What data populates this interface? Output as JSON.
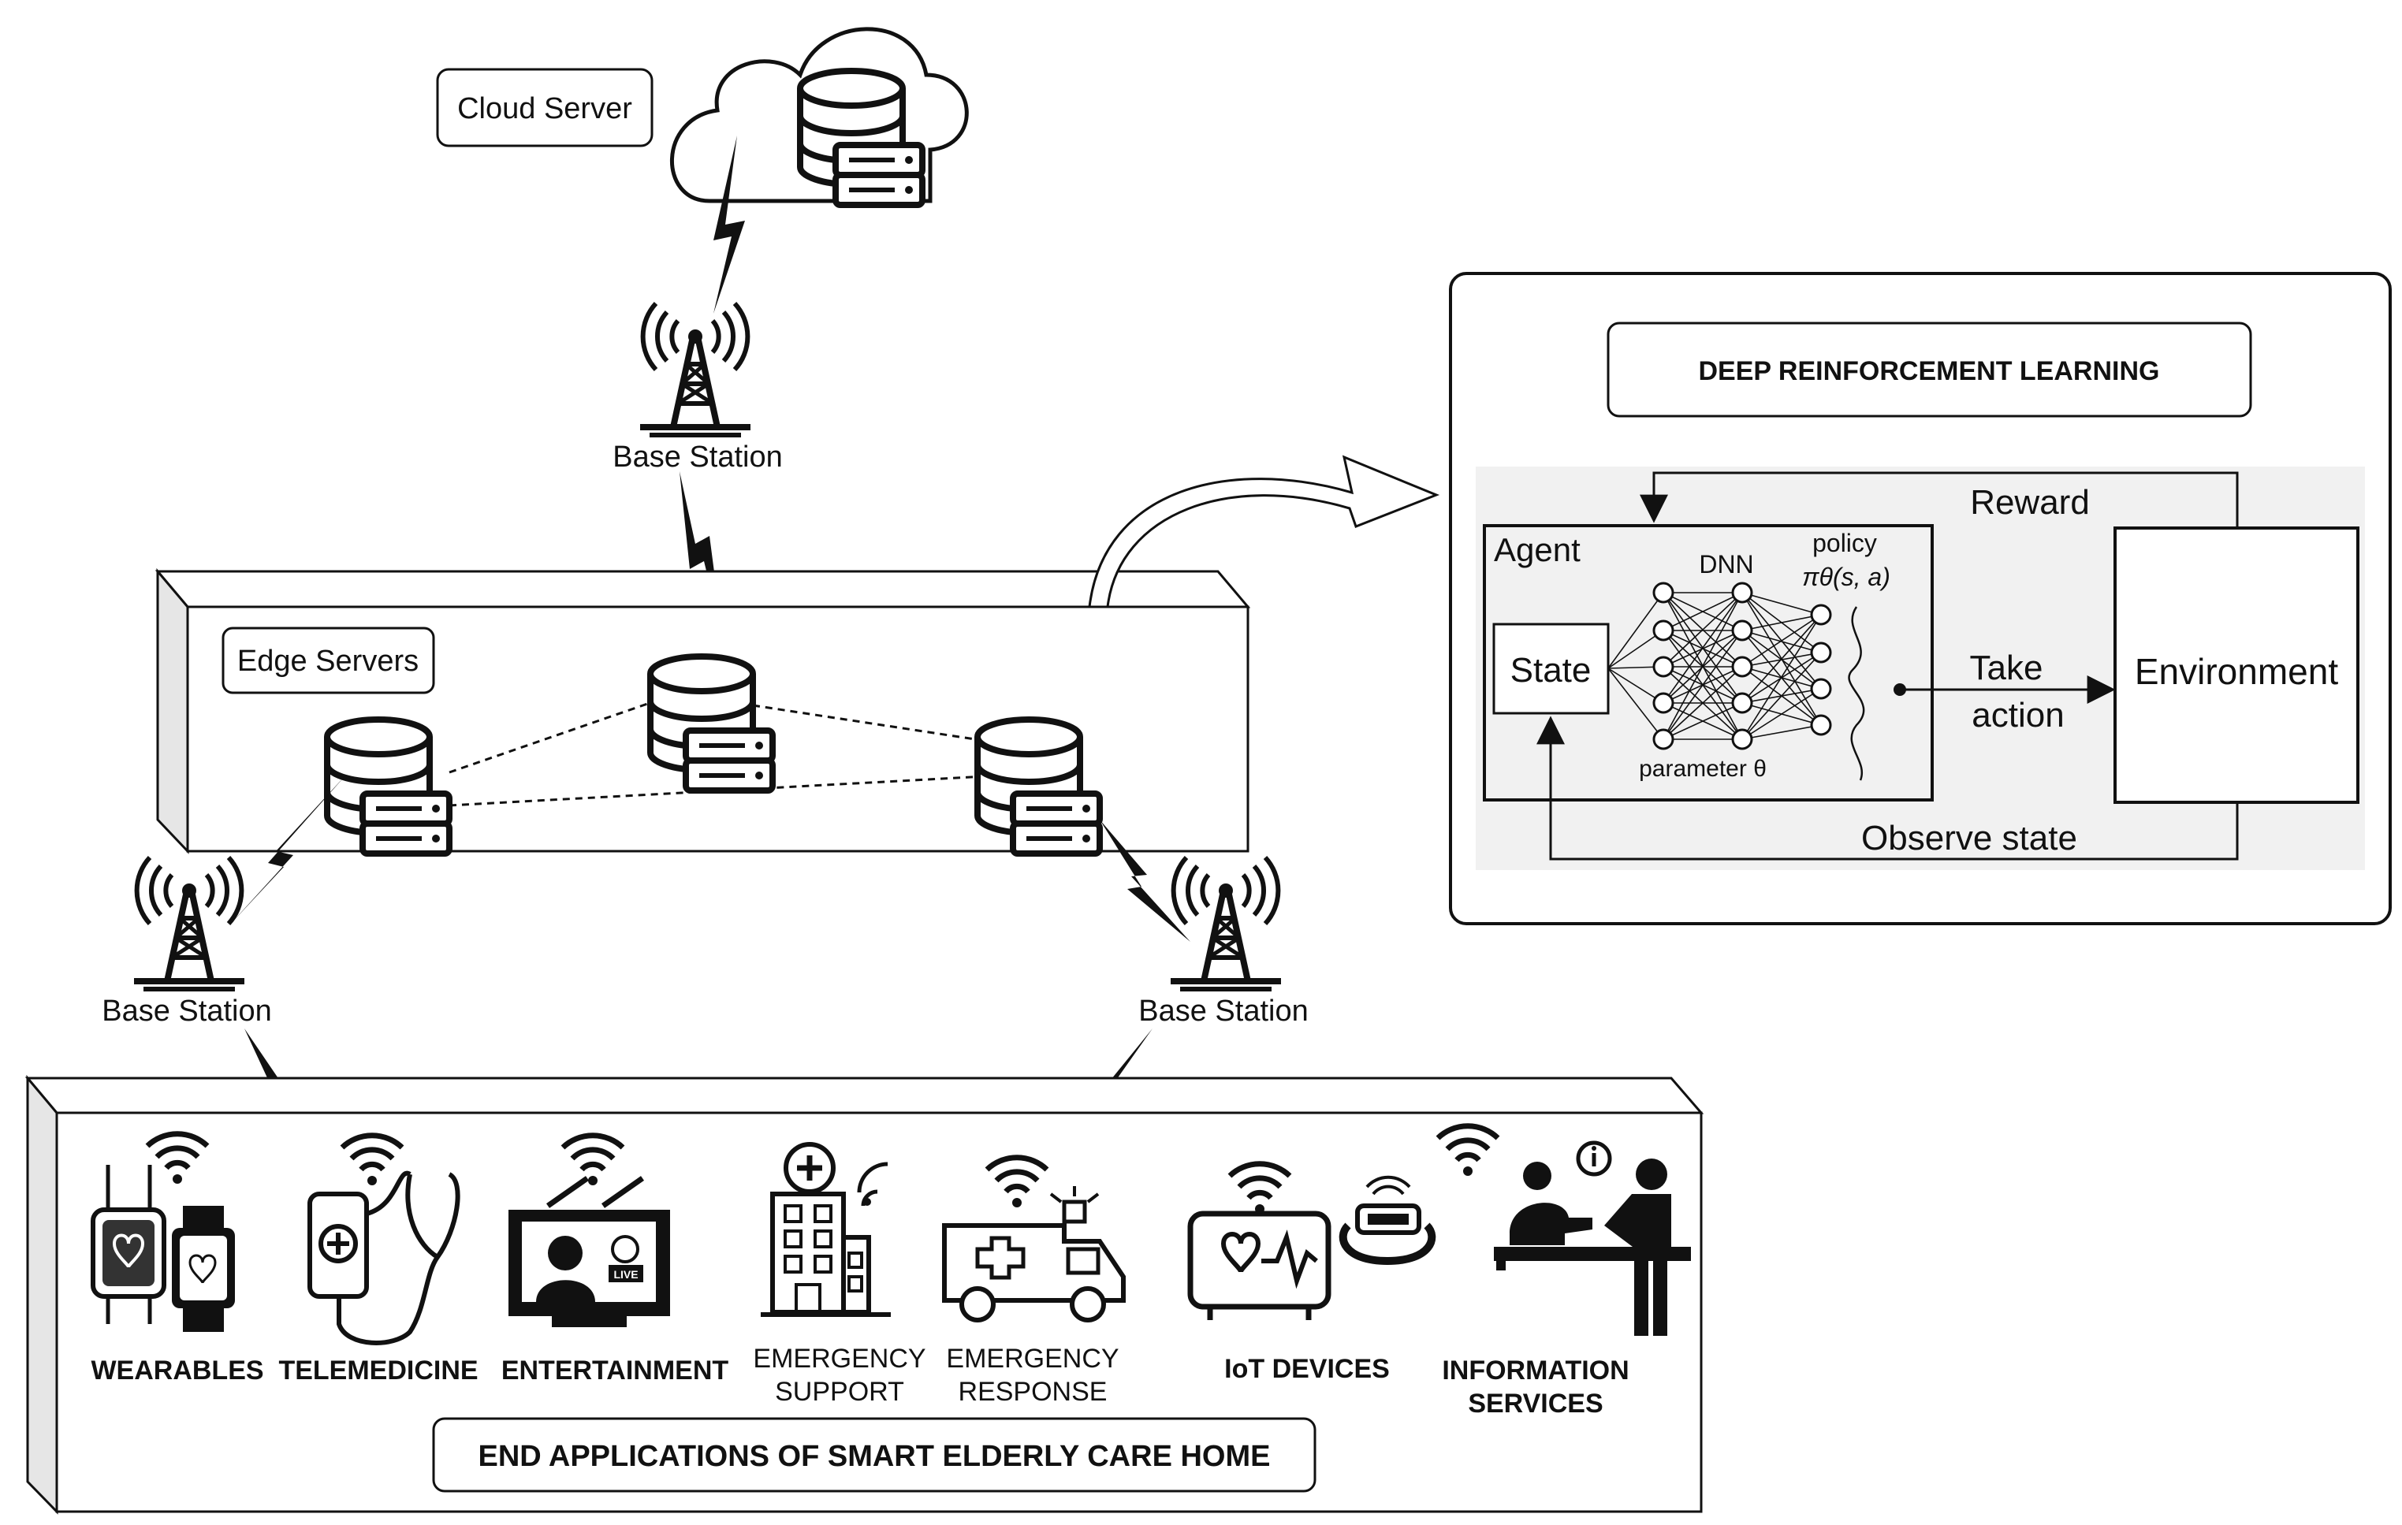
{
  "cloud": {
    "label": "Cloud Server"
  },
  "base_stations": {
    "top": "Base Station",
    "left": "Base Station",
    "right": "Base Station"
  },
  "edge": {
    "label": "Edge Servers"
  },
  "drl": {
    "title": "DEEP REINFORCEMENT LEARNING",
    "reward": "Reward",
    "agent": "Agent",
    "dnn": "DNN",
    "policy_line1": "policy",
    "policy_line2": "πθ(s, a)",
    "state": "State",
    "take_line1": "Take",
    "take_line2": "action",
    "environment": "Environment",
    "parameter": "parameter θ",
    "observe": "Observe state"
  },
  "apps": {
    "footer": "END APPLICATIONS OF SMART ELDERLY CARE HOME",
    "wearables": "WEARABLES",
    "telemedicine": "TELEMEDICINE",
    "entertainment": "ENTERTAINMENT",
    "emergency_support_1": "EMERGENCY",
    "emergency_support_2": "SUPPORT",
    "emergency_response_1": "EMERGENCY",
    "emergency_response_2": "RESPONSE",
    "iot": "IoT DEVICES",
    "info_1": "INFORMATION",
    "info_2": "SERVICES",
    "live_badge": "LIVE"
  }
}
